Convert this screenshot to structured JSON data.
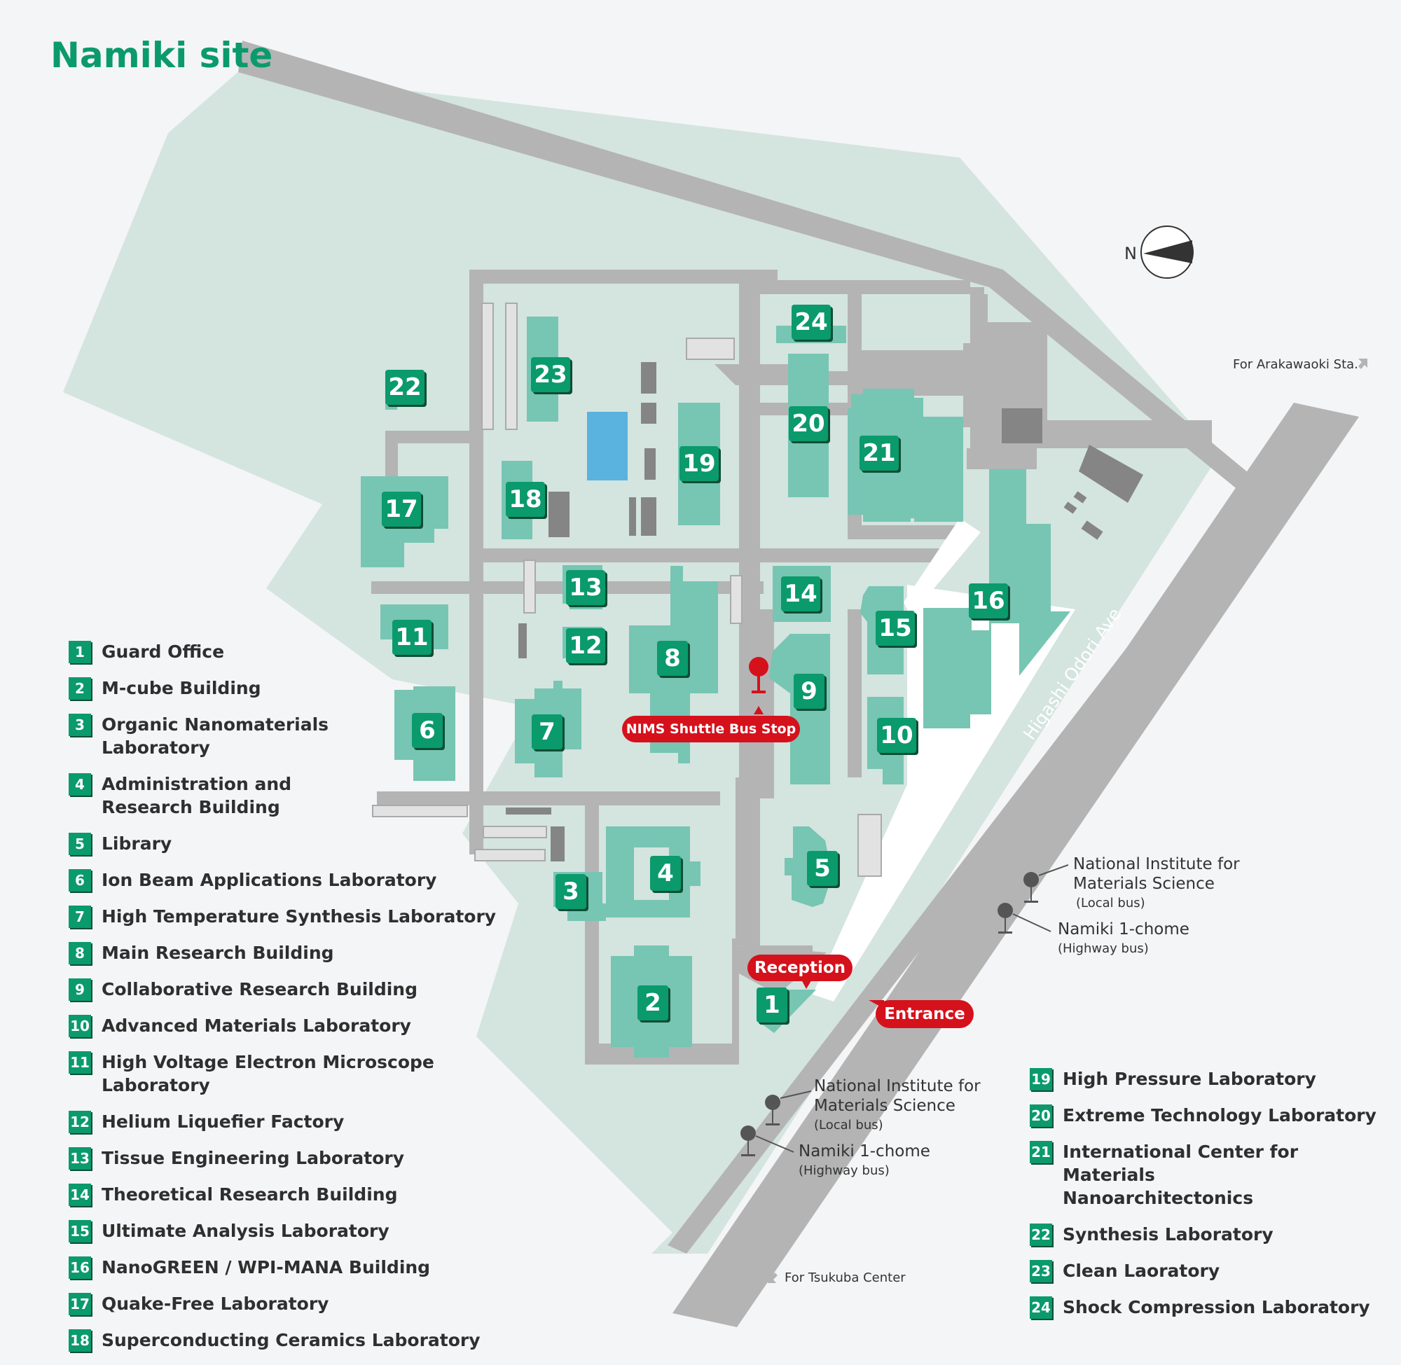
{
  "site_title": "Namiki site",
  "compass_label": "N",
  "avenue_name": "Higashi Odori Ave",
  "direction_labels": {
    "arakawaoki": "For Arakawaoki Sta.",
    "tsukuba": "For Tsukuba Center"
  },
  "callouts": {
    "shuttle": "NIMS Shuttle Bus Stop",
    "reception": "Reception",
    "entrance": "Entrance"
  },
  "bus_stops": {
    "east_upper": {
      "name": "National Institute for Materials Science",
      "name_line1": "National Institute for",
      "name_line2": "Materials Science",
      "type": "(Local bus)"
    },
    "east_lower": {
      "name": "Namiki 1-chome",
      "type": "(Highway bus)"
    },
    "west_upper": {
      "name": "National Institute for Materials Science",
      "name_line1": "National Institute for",
      "name_line2": "Materials Science",
      "type": "(Local bus)"
    },
    "west_lower": {
      "name": "Namiki 1-chome",
      "type": "(Highway bus)"
    }
  },
  "legend_left": [
    {
      "num": "1",
      "name": "Guard Office"
    },
    {
      "num": "2",
      "name": "M-cube Building"
    },
    {
      "num": "3",
      "name": "Organic Nanomaterials\nLaboratory"
    },
    {
      "num": "4",
      "name": "Administration and\nResearch Building"
    },
    {
      "num": "5",
      "name": "Library"
    },
    {
      "num": "6",
      "name": "Ion Beam Applications Laboratory"
    },
    {
      "num": "7",
      "name": "High Temperature Synthesis Laboratory"
    },
    {
      "num": "8",
      "name": "Main Research Building"
    },
    {
      "num": "9",
      "name": "Collaborative Research Building"
    },
    {
      "num": "10",
      "name": "Advanced Materials Laboratory"
    },
    {
      "num": "11",
      "name": "High Voltage Electron Microscope Laboratory"
    },
    {
      "num": "12",
      "name": "Helium Liquefier Factory"
    },
    {
      "num": "13",
      "name": "Tissue Engineering Laboratory"
    },
    {
      "num": "14",
      "name": "Theoretical Research Building"
    },
    {
      "num": "15",
      "name": "Ultimate Analysis Laboratory"
    },
    {
      "num": "16",
      "name": "NanoGREEN / WPI-MANA Building"
    },
    {
      "num": "17",
      "name": "Quake-Free Laboratory"
    },
    {
      "num": "18",
      "name": "Superconducting Ceramics Laboratory"
    }
  ],
  "legend_right": [
    {
      "num": "19",
      "name": "High Pressure Laboratory"
    },
    {
      "num": "20",
      "name": "Extreme Technology Laboratory"
    },
    {
      "num": "21",
      "name": "International Center for Materials\nNanoarchitectonics"
    },
    {
      "num": "22",
      "name": "Synthesis Laboratory"
    },
    {
      "num": "23",
      "name": "Clean Laoratory"
    },
    {
      "num": "24",
      "name": "Shock Compression Laboratory"
    }
  ],
  "colors": {
    "accent_green": "#0a9a6c",
    "building": "#77c5b3",
    "grounds": "#d4e4df",
    "road": "#b4b4b4",
    "red": "#d5111c"
  }
}
